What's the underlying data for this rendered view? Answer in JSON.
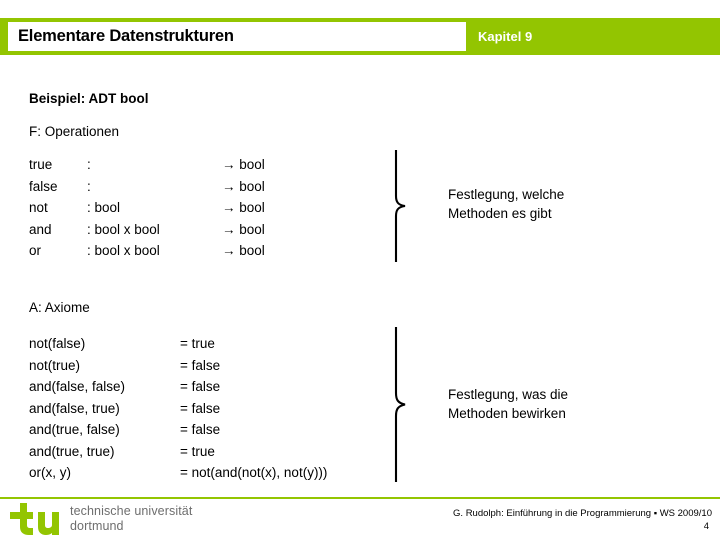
{
  "header": {
    "title": "Elementare Datenstrukturen",
    "chapter": "Kapitel 9",
    "green": "#93c501"
  },
  "content": {
    "example_heading": "Beispiel: ADT bool",
    "operations_heading": "F: Operationen",
    "operations": [
      {
        "name": "true",
        "signature": ":",
        "arrow": "→ bool"
      },
      {
        "name": "false",
        "signature": ":",
        "arrow": "→ bool"
      },
      {
        "name": "not",
        "signature": ": bool",
        "arrow": "→ bool"
      },
      {
        "name": "and",
        "signature": ": bool  x  bool",
        "arrow": "→ bool"
      },
      {
        "name": "or",
        "signature": ": bool  x  bool",
        "arrow": "→ bool"
      }
    ],
    "operations_note": {
      "line1": "Festlegung, welche",
      "line2": "Methoden es gibt"
    },
    "axioms_heading": "A: Axiome",
    "axioms": [
      {
        "lhs": "not(false)",
        "rhs": "= true"
      },
      {
        "lhs": "not(true)",
        "rhs": "= false"
      },
      {
        "lhs": "and(false, false)",
        "rhs": "= false"
      },
      {
        "lhs": "and(false, true)",
        "rhs": "= false"
      },
      {
        "lhs": "and(true, false)",
        "rhs": "= false"
      },
      {
        "lhs": "and(true, true)",
        "rhs": "= true"
      },
      {
        "lhs": "or(x, y)",
        "rhs": "= not(and(not(x), not(y)))"
      }
    ],
    "axioms_note": {
      "line1": "Festlegung, was die",
      "line2": "Methoden bewirken"
    }
  },
  "footer": {
    "logo_line1": "technische universität",
    "logo_line2": "dortmund",
    "logo_mark": "tu",
    "credit": "G. Rudolph: Einführung in die Programmierung ▪ WS 2009/10",
    "page_number": "4",
    "logo_green": "#93c501",
    "logo_gray": "#6e6e6e"
  }
}
